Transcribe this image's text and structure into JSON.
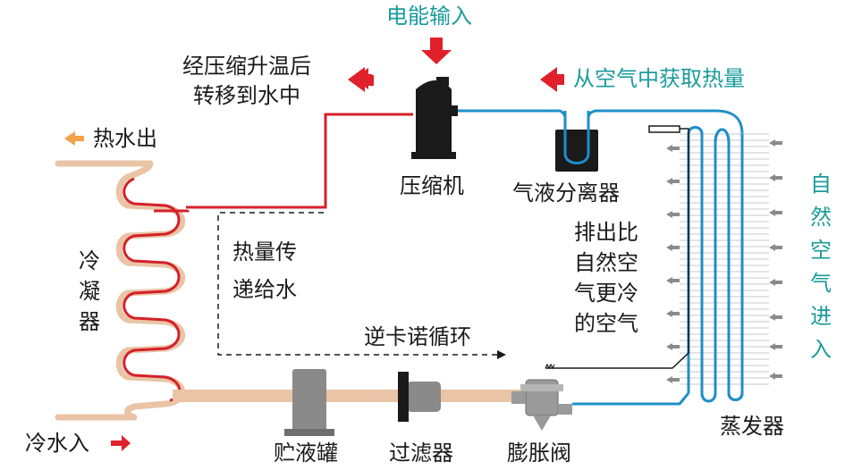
{
  "labels": {
    "power_input": "电能输入",
    "compress_heat_line1": "经压缩升温后",
    "compress_heat_line2": "转移到水中",
    "from_air": "从空气中获取热量",
    "hot_water_out": "热水出",
    "compressor": "压缩机",
    "gas_liquid_separator": "气液分离器",
    "condenser_1": "冷",
    "condenser_2": "凝",
    "condenser_3": "器",
    "heat_transfer_line1": "热量传",
    "heat_transfer_line2": "递给水",
    "reverse_carnot": "逆卡诺循环",
    "exhaust_line1": "排出比",
    "exhaust_line2": "自然空",
    "exhaust_line3": "气更冷",
    "exhaust_line4": "的空气",
    "natural_air_1": "自",
    "natural_air_2": "然",
    "natural_air_3": "空",
    "natural_air_4": "气",
    "natural_air_5": "进",
    "natural_air_6": "入",
    "cold_water_in": "冷水入",
    "receiver": "贮液罐",
    "filter": "过滤器",
    "expansion_valve": "膨胀阀",
    "evaporator": "蒸发器"
  },
  "colors": {
    "refrigerant_hot": "#d4202a",
    "refrigerant_cold": "#1f8fc8",
    "water_pipe": "#e9c4a6",
    "arrow_red": "#e0202a",
    "arrow_orange": "#f5a04a",
    "teal_text": "#1a9b9b",
    "component_dark": "#1a1a1a",
    "component_gray": "#8a8a8a"
  }
}
